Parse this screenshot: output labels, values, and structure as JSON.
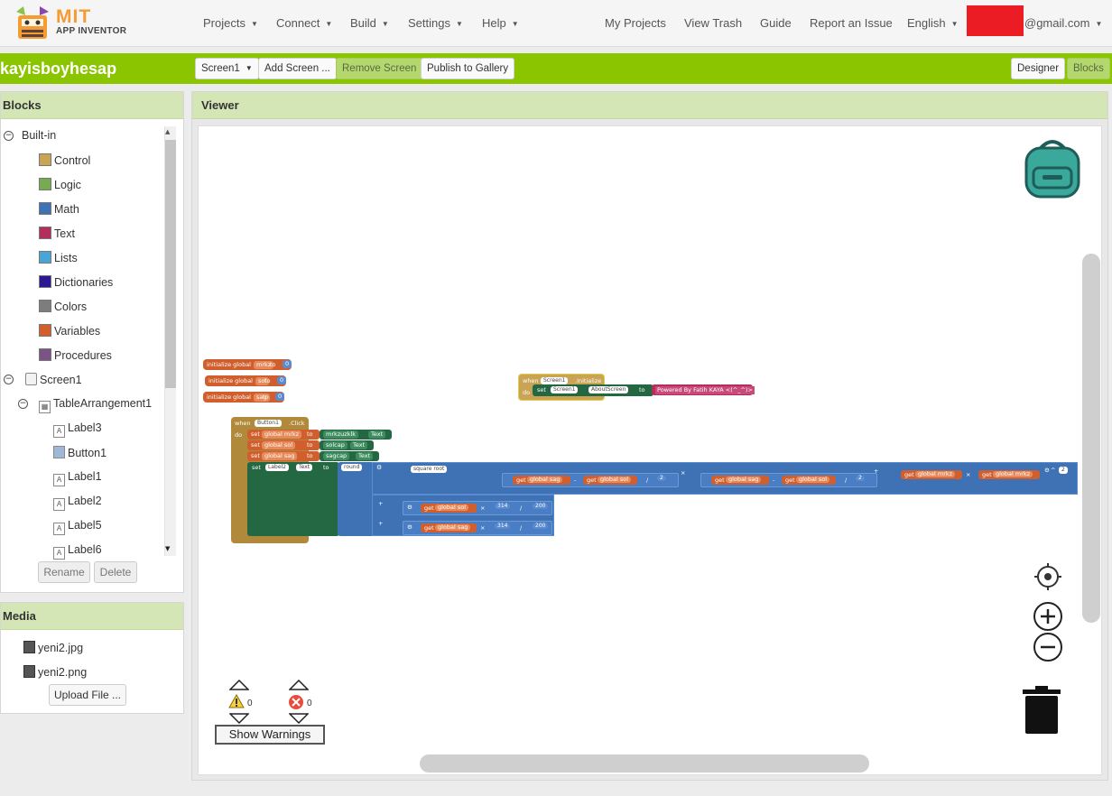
{
  "logo": {
    "brand": "MIT",
    "product": "APP INVENTOR"
  },
  "nav": {
    "projects": "Projects",
    "connect": "Connect",
    "build": "Build",
    "settings": "Settings",
    "help": "Help",
    "my_projects": "My Projects",
    "view_trash": "View Trash",
    "guide": "Guide",
    "report": "Report an Issue",
    "language": "English",
    "account": "@gmail.com"
  },
  "project": {
    "title": "kayisboyhesap",
    "screen_select": "Screen1",
    "add_screen": "Add Screen ...",
    "remove_screen": "Remove Screen",
    "publish": "Publish to Gallery",
    "designer": "Designer",
    "blocks": "Blocks"
  },
  "blocks_panel": {
    "title": "Blocks",
    "builtin": "Built-in",
    "categories": [
      {
        "label": "Control",
        "color": "#c8a454"
      },
      {
        "label": "Logic",
        "color": "#77ab4f"
      },
      {
        "label": "Math",
        "color": "#3f71b5"
      },
      {
        "label": "Text",
        "color": "#b32d5e"
      },
      {
        "label": "Lists",
        "color": "#49a6d4"
      },
      {
        "label": "Dictionaries",
        "color": "#2d1894"
      },
      {
        "label": "Colors",
        "color": "#7d7d7d"
      },
      {
        "label": "Variables",
        "color": "#d05f2d"
      },
      {
        "label": "Procedures",
        "color": "#7c5385"
      }
    ],
    "screen": "Screen1",
    "table": "TableArrangement1",
    "components": [
      "Label3",
      "Button1",
      "Label1",
      "Label2",
      "Label5",
      "Label6"
    ],
    "rename": "Rename",
    "delete": "Delete"
  },
  "media": {
    "title": "Media",
    "files": [
      "yeni2.jpg",
      "yeni2.png"
    ],
    "upload": "Upload File ..."
  },
  "viewer": {
    "title": "Viewer",
    "warnings_count": "0",
    "errors_count": "0",
    "show_warnings": "Show Warnings"
  },
  "code": {
    "init": "initialize global",
    "to": "to",
    "vars": [
      "mrkz",
      "sol",
      "sag"
    ],
    "init_value": "0",
    "when": "when",
    "do": "do",
    "set": "set",
    "get": "get",
    "screen_event": "Screen1",
    "initialize_event": ".Initialize",
    "about_screen": "AboutScreen",
    "powered": "Powered By Fatih KAYA <(^_^)>",
    "button": "Button1",
    "click": ".Click",
    "global_mrkz": "global mrkz",
    "global_sol": "global sol",
    "global_sag": "global sag",
    "mrkzuzklk": "mrkzuzklk",
    "solcap": "solcap",
    "sagcap": "sagcap",
    "text_prop": "Text",
    "label2": "Label2",
    "round": "round",
    "sqrt": "square root",
    "two": "2",
    "n314": "314",
    "n200": "200"
  },
  "colors": {
    "green_bar": "#8bc500",
    "panel_head": "#d4e6b5",
    "control": "#c8a454",
    "variable": "#d05f2d",
    "math": "#3f71b5",
    "text": "#b32d5e",
    "component": "#246843",
    "backpack": "#3aa89a"
  }
}
